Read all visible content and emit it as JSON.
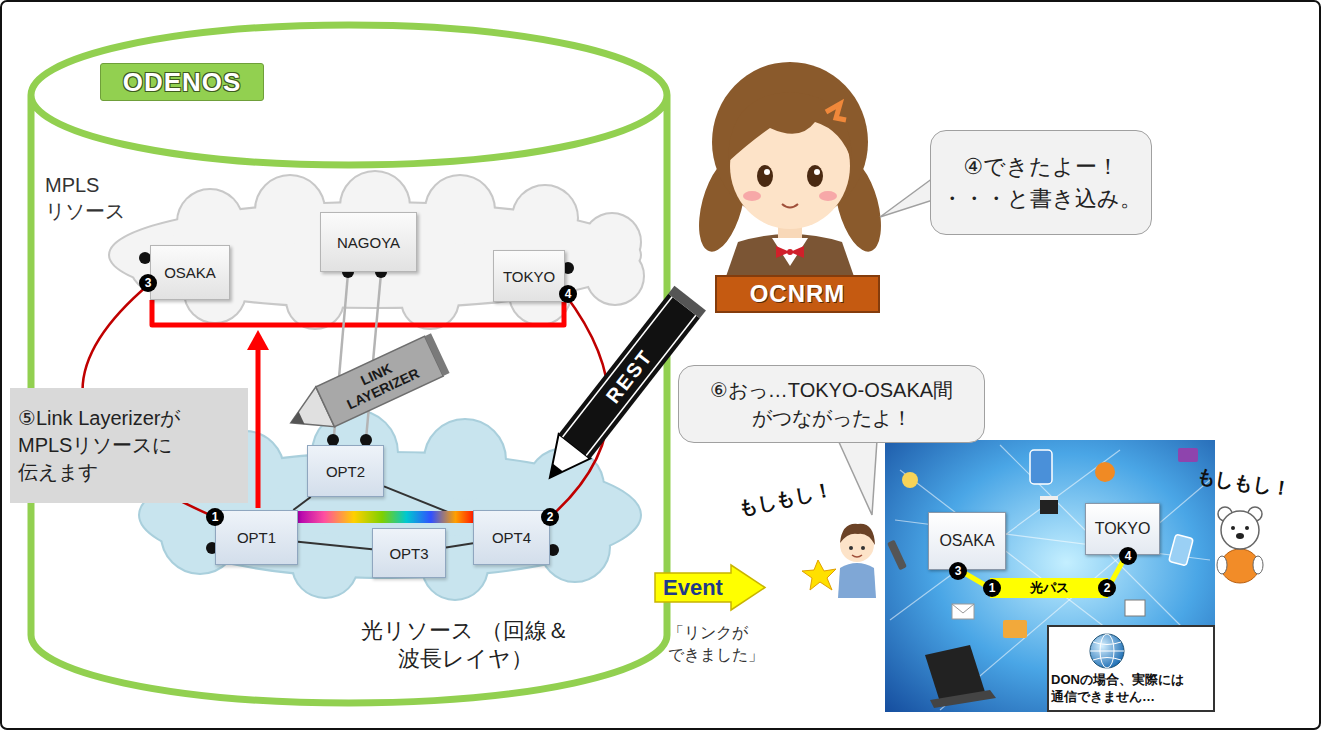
{
  "diagram": {
    "nodes": [
      {
        "text": [
          "ODENOS"
        ]
      },
      {
        "text": [
          "MPLS リソース"
        ],
        "in": 0
      },
      {
        "text": [
          "OSAKA"
        ],
        "in": 1
      },
      {
        "text": [
          "NAGOYA"
        ],
        "in": 1
      },
      {
        "text": [
          "TOKYO"
        ],
        "in": 1
      },
      {
        "text": [
          "⑤Link Layerizerが MPLSリソースに 伝えます"
        ]
      },
      {
        "text": [
          "LINK LAYERIZER"
        ],
        "in": 0
      },
      {
        "text": [
          "光リソース （回線＆波長レイヤ）"
        ],
        "in": 0
      },
      {
        "text": [
          "OPT1"
        ],
        "in": 7
      },
      {
        "text": [
          "OPT2"
        ],
        "in": 7
      },
      {
        "text": [
          "OPT3"
        ],
        "in": 7
      },
      {
        "text": [
          "OPT4"
        ],
        "in": 7
      },
      {
        "text": [
          "OCNRM"
        ]
      },
      {
        "text": [
          "④できたよー！ ・・・と書き込み。"
        ]
      },
      {
        "text": [
          "REST"
        ]
      },
      {
        "text": [
          "⑥おっ…TOKYO-OSAKA間 がつながったよ！"
        ]
      },
      {
        "text": [
          "Event"
        ]
      },
      {
        "text": [
          "OSAKA"
        ]
      },
      {
        "text": [
          "TOKYO"
        ]
      },
      {
        "text": [
          "光パス"
        ]
      },
      {
        "text": [
          "DONの場合、実際には 通信できません…"
        ]
      }
    ],
    "edges": [
      {
        "from": 2,
        "to": 8,
        "arrow": "none"
      },
      {
        "from": 4,
        "to": 11,
        "arrow": "none"
      },
      {
        "from": 2,
        "to": 4,
        "arrow": "none"
      },
      {
        "from": 3,
        "to": 9,
        "arrow": "none"
      },
      {
        "from": 3,
        "to": 9,
        "arrow": "none"
      },
      {
        "from": 8,
        "to": 9,
        "arrow": "none"
      },
      {
        "from": 9,
        "to": 11,
        "arrow": "none"
      },
      {
        "from": 8,
        "to": 10,
        "arrow": "none"
      },
      {
        "from": 10,
        "to": 11,
        "arrow": "none"
      },
      {
        "from": 8,
        "to": 11,
        "arrow": "none"
      },
      {
        "from": 17,
        "to": 19,
        "arrow": "none"
      },
      {
        "from": 19,
        "to": 18,
        "arrow": "none"
      }
    ],
    "labels": [
      "3",
      "4",
      "1",
      "2",
      "もしもし！",
      "もしもし！",
      "3",
      "1",
      "2",
      "4",
      "「リンクが できました」"
    ]
  }
}
